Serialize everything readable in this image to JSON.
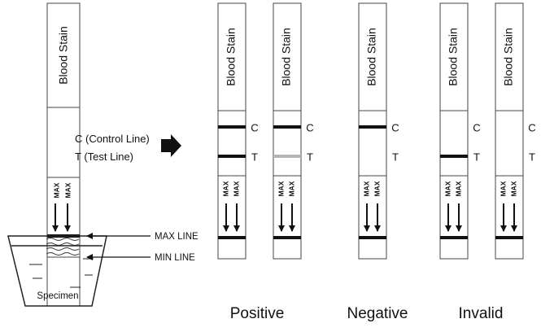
{
  "strip": {
    "stain_label": "Blood Stain",
    "max_label": "MAX",
    "c_letter": "C",
    "t_letter": "T"
  },
  "reference": {
    "c_desc": "C (Control Line)",
    "t_desc": "T (Test Line)",
    "max_line_label": "MAX LINE",
    "min_line_label": "MIN LINE",
    "specimen_label": "Specimen"
  },
  "results": [
    {
      "group": "positive",
      "caption": "Positive",
      "strips": [
        {
          "control": "dark",
          "test": "dark"
        },
        {
          "control": "dark",
          "test": "light"
        }
      ]
    },
    {
      "group": "negative",
      "caption": "Negative",
      "strips": [
        {
          "control": "dark",
          "test": "none"
        }
      ]
    },
    {
      "group": "invalid",
      "caption": "Invalid",
      "strips": [
        {
          "control": "none",
          "test": "dark"
        },
        {
          "control": "none",
          "test": "none"
        }
      ]
    }
  ],
  "colors": {
    "line_dark": "#111111",
    "line_light": "#b5b5b5",
    "outline": "#444444"
  }
}
